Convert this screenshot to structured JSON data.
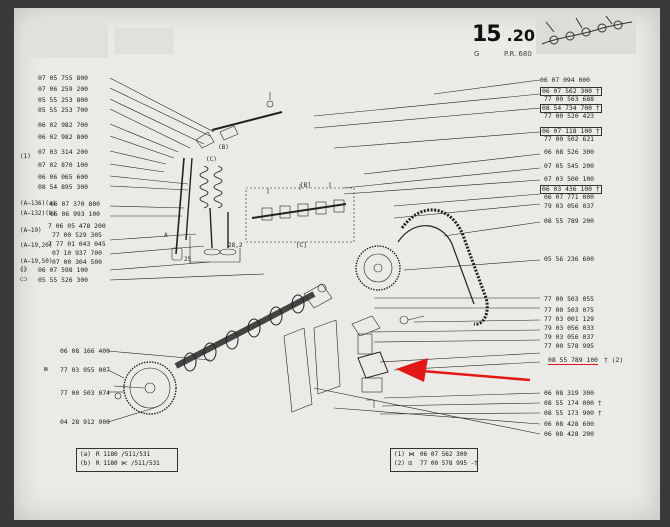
{
  "header": {
    "page_number": "15",
    "page_sub": ".20",
    "sub_left": "G",
    "sub_right": "P.R. 680"
  },
  "left_parts": [
    {
      "pn": "07 05 755 800"
    },
    {
      "pn": "07 06 259 200"
    },
    {
      "pn": "05 55 253 800"
    },
    {
      "pn": "05 55 253 700"
    },
    {
      "pn": "06 02 982 700"
    },
    {
      "pn": "06 02 982 800"
    },
    {
      "pn": "07 03 314 200",
      "mark": "(1)"
    },
    {
      "pn": "07 02 870 100"
    },
    {
      "pn": "06 06 065 600"
    },
    {
      "pn": "08 54 895 300"
    },
    {
      "pn": "06 07 370 800",
      "mark": "(A−136)(a)"
    },
    {
      "pn": "06 06 993 100",
      "mark": "(A−132)(b)"
    },
    {
      "pn": "7 06 05 478 200",
      "mark": "(A−19)"
    },
    {
      "pn": "77 00 529 305"
    },
    {
      "pn": "7 77 01 043 045",
      "mark": "(A−19,20)"
    },
    {
      "pn": "07 10 937 700"
    },
    {
      "pn": "07 00 304 500",
      "mark": "(A−19,50)"
    },
    {
      "pn": "06 07 598 100",
      "mark": "⟪⟫"
    },
    {
      "pn": "05 55 526 300",
      "mark": "⊂⊃"
    }
  ],
  "lower_left_parts": [
    {
      "pn": "06 08 166 400"
    },
    {
      "pn": "77 03 055 007",
      "mark": "⊠"
    },
    {
      "pn": "77 00 503 074"
    },
    {
      "pn": "04 28 912 900"
    }
  ],
  "right_parts": [
    {
      "pn": "06 07 094 000"
    },
    {
      "pn": "06 07 562 300 †"
    },
    {
      "pn": "77 00 563 688"
    },
    {
      "pn": "08 54 734 700 †"
    },
    {
      "pn": "77 00 520 423"
    },
    {
      "pn": "06 07 118 100 †"
    },
    {
      "pn": "77 00 502 621"
    },
    {
      "pn": "06 08 526 300"
    },
    {
      "pn": "07 05 545 200"
    },
    {
      "pn": "07 03 500 100"
    },
    {
      "pn": "06 03 436 100 †"
    },
    {
      "pn": "06 07 771 000"
    },
    {
      "pn": "79 03 056 037"
    },
    {
      "pn": "08 55 789 200"
    },
    {
      "pn": "05 56 236 600"
    },
    {
      "pn": "77 00 503 055"
    },
    {
      "pn": "77 00 503 075"
    },
    {
      "pn": "77 03 001 129"
    },
    {
      "pn": "79 03 056 033"
    },
    {
      "pn": "79 03 056 037"
    },
    {
      "pn": "77 00 578 995"
    },
    {
      "pn": "08 55 789 100",
      "suffix": "† (2)"
    },
    {
      "pn": "06 08 319 300"
    },
    {
      "pn": "08 55 174 000 †"
    },
    {
      "pn": "08 55 173 900 †"
    },
    {
      "pn": "06 08 428 600"
    },
    {
      "pn": "06 08 428 200"
    }
  ],
  "bottom_legend": [
    {
      "key": "(a)",
      "text": "R 1180 /511/531"
    },
    {
      "key": "(b)",
      "text": "R 1180 ⋉ /511/531"
    }
  ],
  "bottom_right_legend": [
    {
      "key": "(1) ⋈",
      "text": "06 07 562 300"
    },
    {
      "key": "(2) ⊡",
      "text": "77 00 578 995 -†"
    }
  ],
  "diagram_labels": {
    "bracket_b": "[B]",
    "bracket_c": "[C]",
    "label_b_small": "(B)",
    "label_c_small": "(C)",
    "label_a": "A",
    "dim_25": "25",
    "dim_28": "28,2"
  },
  "annotation": {
    "arrow_color": "#e21818"
  }
}
